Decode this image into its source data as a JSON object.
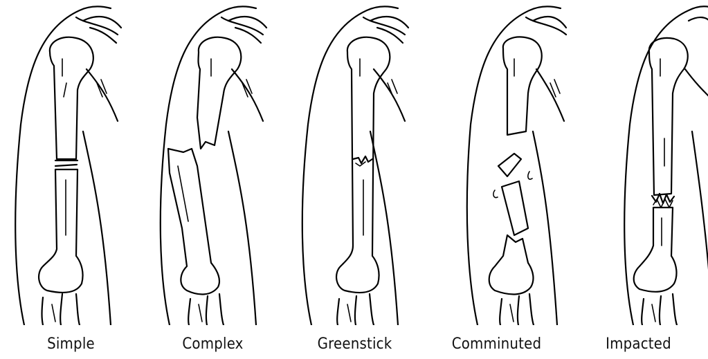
{
  "labels": {
    "simple": "Simple",
    "complex": "Complex",
    "greenstick": "Greenstick",
    "comminuted": "Comminuted",
    "impacted": "Impacted"
  }
}
